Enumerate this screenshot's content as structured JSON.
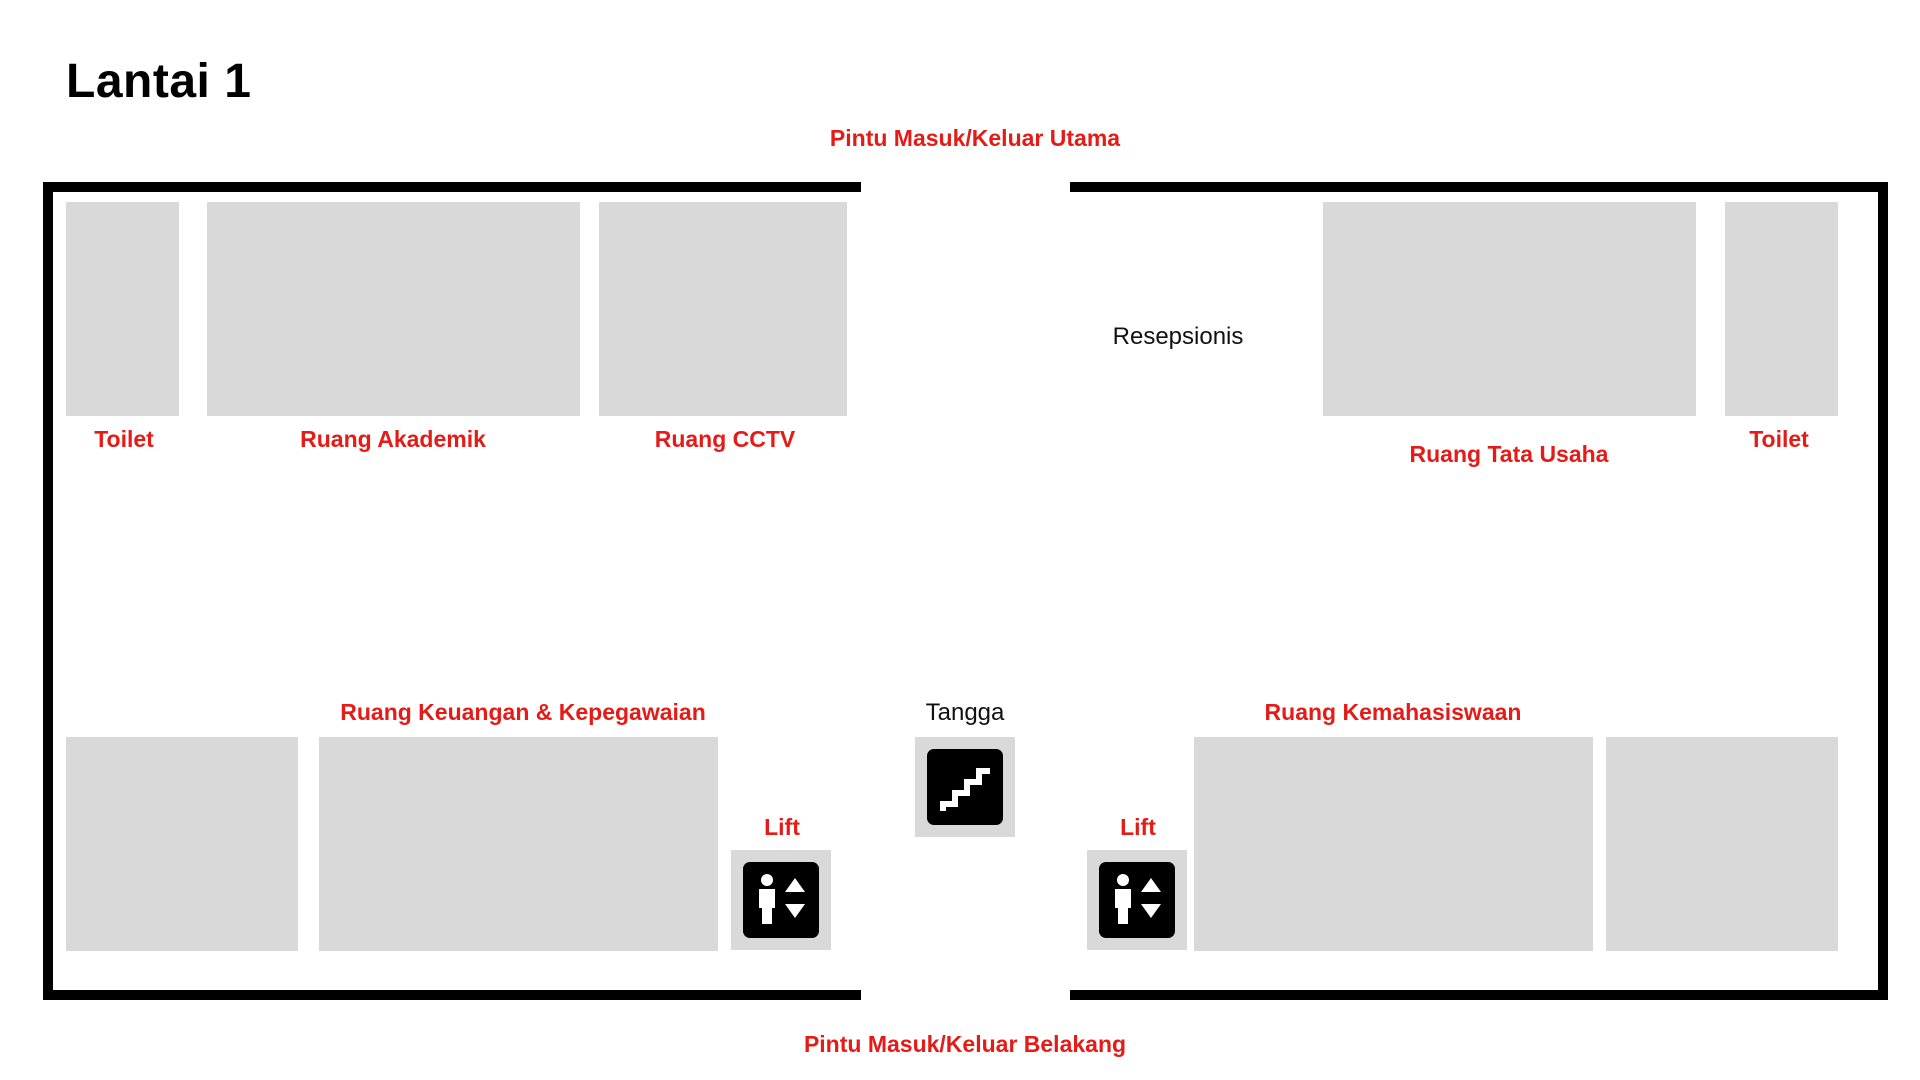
{
  "floor_title": "Lantai 1",
  "entrances": {
    "main": "Pintu Masuk/Keluar Utama",
    "rear": "Pintu Masuk/Keluar Belakang"
  },
  "rooms": {
    "toilet_left": "Toilet",
    "akademik": "Ruang Akademik",
    "cctv": "Ruang CCTV",
    "resepsionis": "Resepsionis",
    "tata_usaha": "Ruang Tata Usaha",
    "toilet_right": "Toilet",
    "keuangan": "Ruang Keuangan & Kepegawaian",
    "tangga": "Tangga",
    "kemahasiswaan": "Ruang Kemahasiswaan",
    "lift_left": "Lift",
    "lift_right": "Lift"
  },
  "icons": {
    "stairs": "stairs-icon",
    "elevator": "elevator-icon"
  },
  "colors": {
    "label_red": "#e41b17",
    "room_fill": "#d9d9d9",
    "wall": "#000000"
  }
}
